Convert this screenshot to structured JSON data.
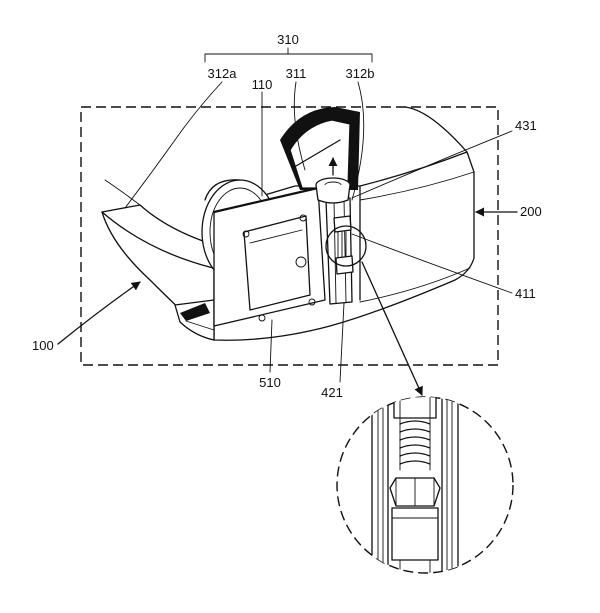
{
  "figure": {
    "labels": {
      "l310": "310",
      "l312a": "312a",
      "l110": "110",
      "l311": "311",
      "l312b": "312b",
      "l431": "431",
      "l200": "200",
      "l411": "411",
      "l100": "100",
      "l510": "510",
      "l421": "421"
    }
  }
}
